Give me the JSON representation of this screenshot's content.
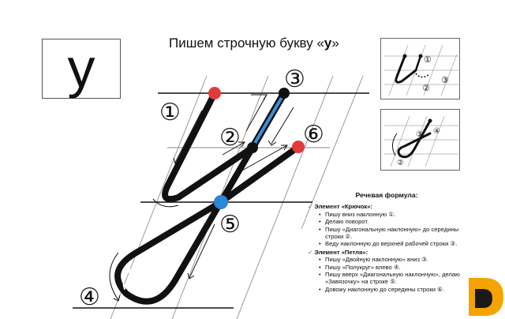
{
  "letter": "у",
  "title": {
    "prefix": "Пишем строчную букву «",
    "letter": "у",
    "suffix": "»"
  },
  "diagram_labels": {
    "step1": "①",
    "step2": "②",
    "step3": "③",
    "step4": "④",
    "step5": "⑤",
    "step6": "⑥"
  },
  "thumb1_labels": {
    "a": "①",
    "b": "②",
    "c": "③"
  },
  "thumb2_labels": {
    "a": "④",
    "b": "③",
    "c": "②"
  },
  "formula": {
    "title": "Речевая формула:",
    "section1": {
      "title": "Элемент «Крючок»:",
      "items": [
        "Пишу вниз наклонную ①.",
        "Делаю поворот.",
        "Пишу «Диагональную наклонную» до середины строки ②.",
        "Веду наклонную до верхней рабочей строки ③."
      ]
    },
    "section2": {
      "title": "Элемент «Петля»:",
      "items": [
        "Пишу «Двойную наклонную» вниз ③.",
        "Пишу «Полукруг» влево ④.",
        "Пишу вверх «Диагональную наклонную», делаю «Завязочку» на строке ⑤.",
        "Довожу наклонную до середины строки ⑥."
      ]
    }
  },
  "colors": {
    "stroke": "#111111",
    "start_dot": "#e23a3a",
    "join_dot": "#2a86d6",
    "double_stroke_fill": "#3a8fd8",
    "check": "#1f9a3a",
    "logo_orange": "#f4a300",
    "logo_dark": "#1a1a1a"
  }
}
